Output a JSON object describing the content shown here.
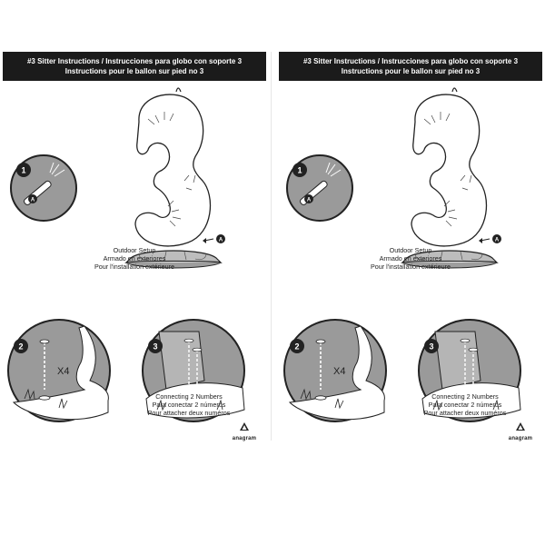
{
  "header": {
    "line1": "#3 Sitter Instructions / Instrucciones para globo con soporte 3",
    "line2": "Instructions pour le ballon sur pied no 3"
  },
  "steps": [
    "1",
    "2",
    "3"
  ],
  "callout_label": "A",
  "multiplier": "X4",
  "outdoor": {
    "en": "Outdoor Setup",
    "es": "Armado en exteriores",
    "fr": "Pour l'installation extérieure"
  },
  "connecting": {
    "en": "Connecting 2 Numbers",
    "es": "Para conectar 2 números",
    "fr": "Pour attacher deux numéros"
  },
  "logo": {
    "name": "anagram",
    "icon": "anagram-logo-icon"
  }
}
